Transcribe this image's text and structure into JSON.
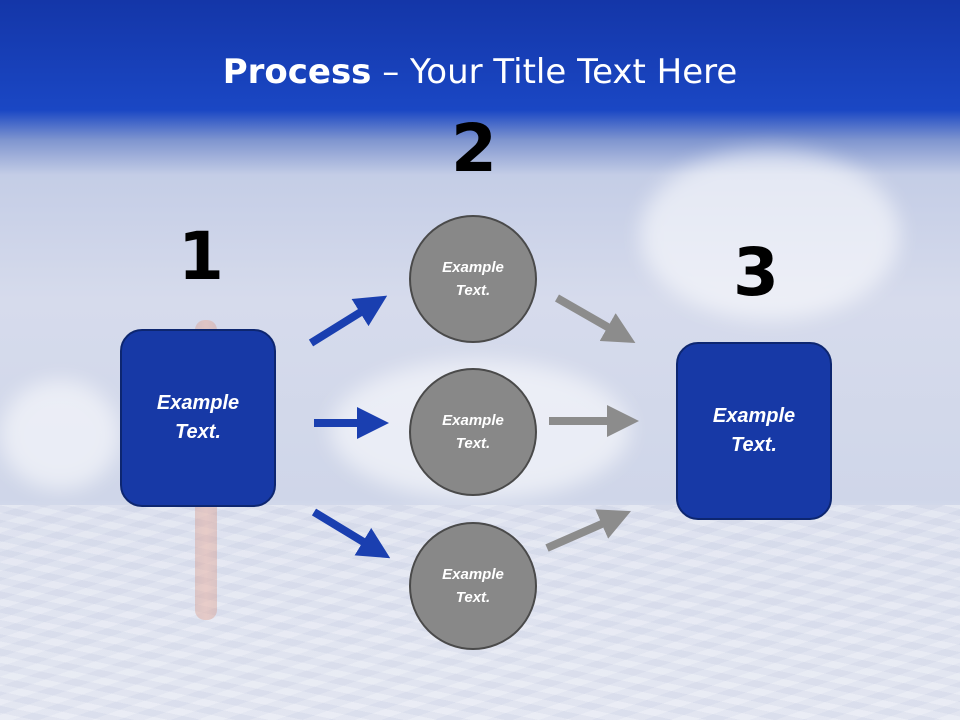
{
  "title": {
    "bold": "Process",
    "rest": " – Your Title Text Here"
  },
  "steps": {
    "one": "1",
    "two": "2",
    "three": "3"
  },
  "left_box": {
    "text": "Example\nText."
  },
  "right_box": {
    "text": "Example\nText."
  },
  "circles": [
    {
      "text": "Example\nText."
    },
    {
      "text": "Example\nText."
    },
    {
      "text": "Example\nText."
    }
  ],
  "colors": {
    "box_fill": "#1739a6",
    "circle_fill": "#888888",
    "arrow_blue": "#1a3fb0",
    "arrow_gray": "#8c8c8c"
  }
}
